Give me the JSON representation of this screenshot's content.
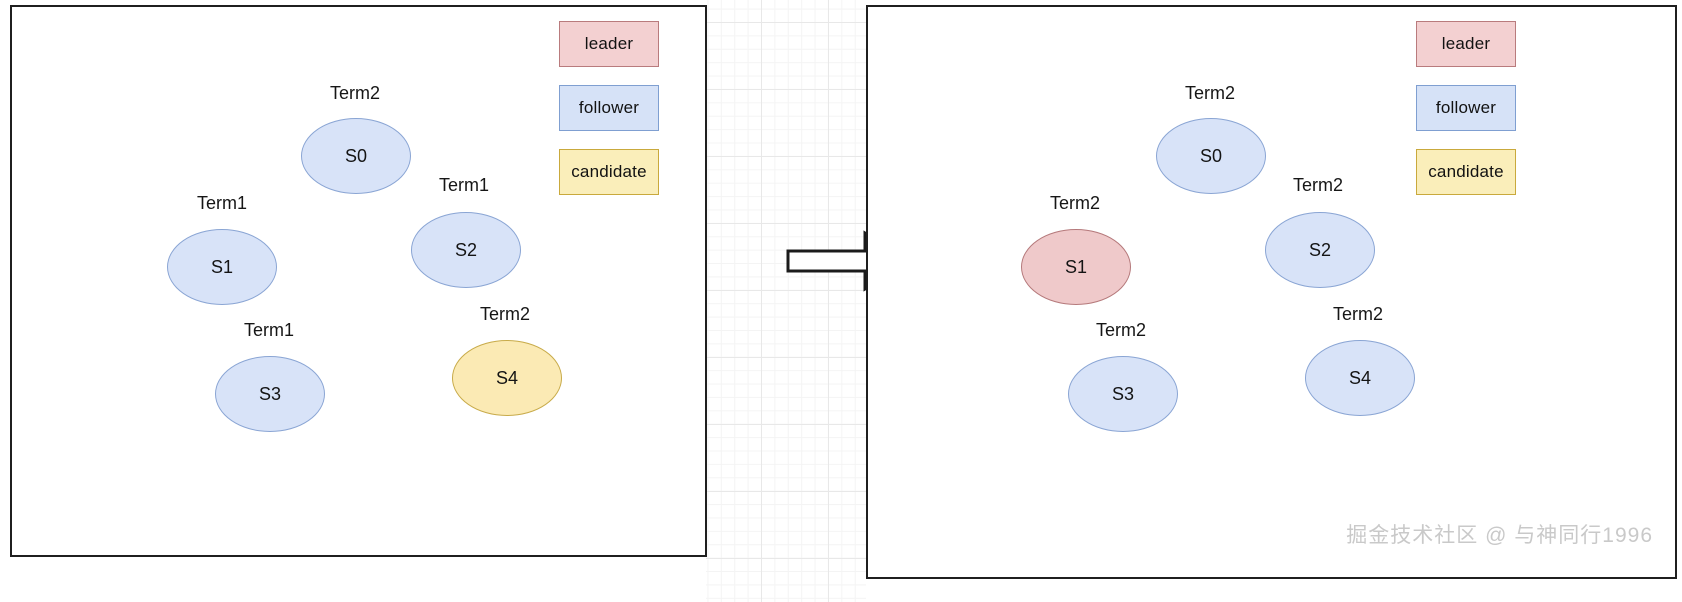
{
  "legend": {
    "items": [
      {
        "key": "leader",
        "label": "leader",
        "fill": "#f3d0d1",
        "stroke": "#b97b7d"
      },
      {
        "key": "follower",
        "label": "follower",
        "fill": "#d6e2f7",
        "stroke": "#7f9fd1"
      },
      {
        "key": "candidate",
        "label": "candidate",
        "fill": "#faeeba",
        "stroke": "#c9a93c"
      }
    ]
  },
  "panels": {
    "before": {
      "name": "before-election",
      "nodes": [
        {
          "id": "S0",
          "term": "Term2",
          "state": "follower"
        },
        {
          "id": "S1",
          "term": "Term1",
          "state": "follower"
        },
        {
          "id": "S2",
          "term": "Term1",
          "state": "follower"
        },
        {
          "id": "S3",
          "term": "Term1",
          "state": "follower"
        },
        {
          "id": "S4",
          "term": "Term2",
          "state": "candidate"
        }
      ]
    },
    "after": {
      "name": "after-election",
      "nodes": [
        {
          "id": "S0",
          "term": "Term2",
          "state": "follower"
        },
        {
          "id": "S1",
          "term": "Term2",
          "state": "leader"
        },
        {
          "id": "S2",
          "term": "Term2",
          "state": "follower"
        },
        {
          "id": "S3",
          "term": "Term2",
          "state": "follower"
        },
        {
          "id": "S4",
          "term": "Term2",
          "state": "follower"
        }
      ]
    }
  },
  "arrow": {
    "label": "transition-arrow",
    "direction": "right"
  },
  "watermark": {
    "text": "掘金技术社区 @ 与神同行1996"
  }
}
